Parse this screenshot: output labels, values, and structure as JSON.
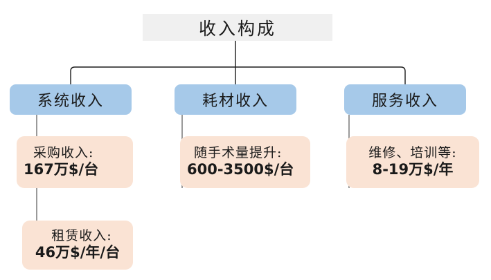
{
  "diagram": {
    "title": {
      "label": "收入构成",
      "bg_color": "#f0f0f0"
    },
    "category_color": "#a6c9e9",
    "detail_color": "#fae3d4",
    "connector_color": "#808080",
    "branch_color": "#1a1a1a",
    "categories": [
      {
        "label": "系统收入"
      },
      {
        "label": "耗材收入"
      },
      {
        "label": "服务收入"
      }
    ],
    "details": [
      {
        "line1": "采购收入:",
        "line2": "167万$/台"
      },
      {
        "line1": "租赁收入:",
        "line2": "46万$/年/台"
      },
      {
        "line1": "随手术量提升:",
        "line2": "600-3500$/台"
      },
      {
        "line1": "维修、培训等:",
        "line2": "8-19万$/年"
      }
    ]
  }
}
